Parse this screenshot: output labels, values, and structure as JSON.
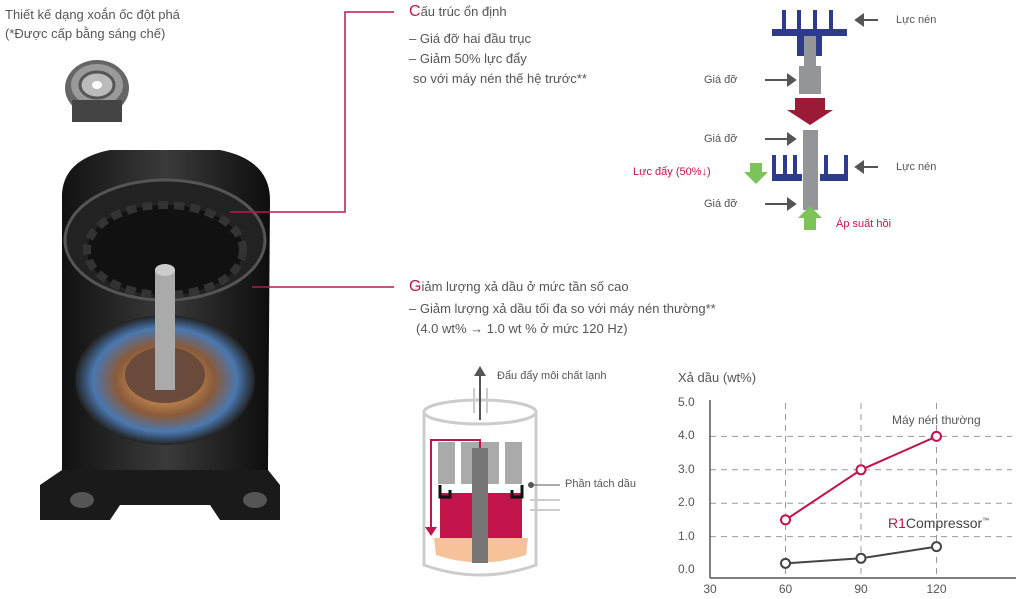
{
  "left_caption": {
    "line1": "Thiết kế dạng xoắn ốc đột phá",
    "line2": "(*Được cấp bằng sáng chế)"
  },
  "feature1": {
    "cap": "C",
    "title_rest": "ấu trúc ổn định",
    "bullet1": "– Giá đỡ hai đầu trục",
    "bullet2": "– Giảm 50% lực đẩy",
    "bullet2b": "so với máy nén thế hệ trước**"
  },
  "feature2": {
    "cap": "G",
    "title_rest": "iảm lượng xả dầu ở mức tần số cao",
    "bullet1": "– Giảm lượng xả dầu tối đa so với máy nén thường**",
    "bullet1b": "(4.0 wt%  →  1.0 wt % ở mức 120 Hz)"
  },
  "force_diagram": {
    "compress_force_top": "Lực nén",
    "support_top": "Giá đỡ",
    "support_mid": "Giá đỡ",
    "compress_force_bottom": "Lực nén",
    "thrust": "Lực đẩy (50%↓)",
    "support_bottom": "Giá đỡ",
    "back_pressure": "Áp suất hồi"
  },
  "oil_diagram": {
    "discharge": "Đẩu đẩy môi chất lạnh",
    "separator": "Phần tách dầu"
  },
  "colors": {
    "accent": "#c0144a",
    "scroll_blue": "#2e3a8c",
    "arrow_green": "#7cc35a",
    "arrow_dark_red": "#9b1a35",
    "oil": "#f7c29a"
  },
  "chart_data": {
    "type": "line",
    "ylabel": "Xả dầu (wt%)",
    "xlabel": "",
    "x": [
      60,
      90,
      120
    ],
    "xticks": [
      "30",
      "60",
      "90",
      "120"
    ],
    "yticks": [
      "0.0",
      "1.0",
      "2.0",
      "3.0",
      "4.0",
      "5.0"
    ],
    "xlim": [
      30,
      150
    ],
    "ylim": [
      0,
      5
    ],
    "grid": true,
    "series": [
      {
        "name": "Máy nén thường",
        "color": "#c0144a",
        "values": [
          1.5,
          3.0,
          4.0
        ]
      },
      {
        "name_prefix": "R1",
        "name": "Compressor",
        "name_suffix": "™",
        "color": "#444444",
        "values": [
          0.2,
          0.35,
          0.7
        ]
      }
    ]
  }
}
